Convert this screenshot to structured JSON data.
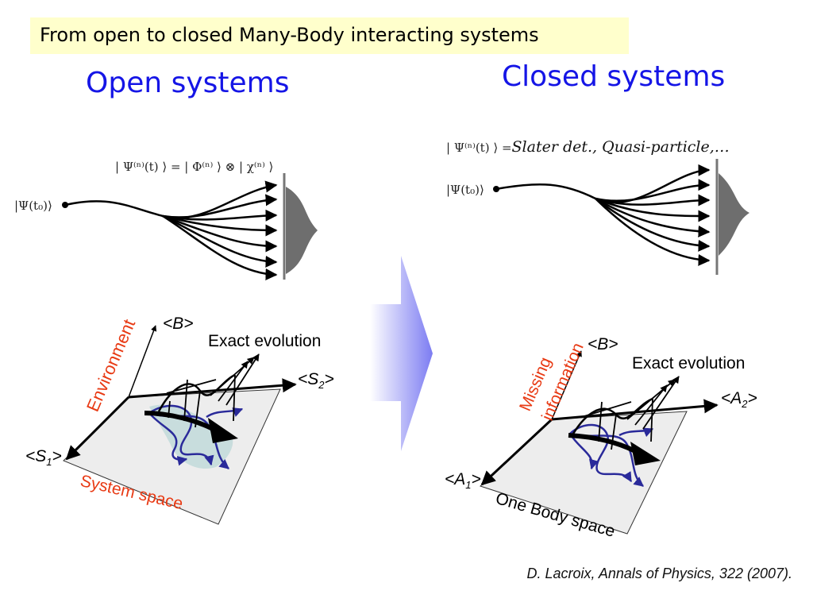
{
  "title": "From open to closed Many-Body interacting systems",
  "left": {
    "heading": "Open systems",
    "initial_state": "|Ψ(t₀)⟩",
    "state_eq": "| Ψ⁽ⁿ⁾(t) ⟩ = | Φ⁽ⁿ⁾ ⟩ ⊗ | χ⁽ⁿ⁾ ⟩",
    "axis_vertical": "Environment",
    "axis_b": "<B>",
    "axis_s1": "<S",
    "axis_s1_sub": "1",
    "axis_s1_end": ">",
    "axis_s2": "<S",
    "axis_s2_sub": "2",
    "axis_s2_end": ">",
    "exact_evolution": "Exact evolution",
    "plane_label": "System space"
  },
  "right": {
    "heading": "Closed systems",
    "initial_state": "|Ψ(t₀)⟩",
    "state_eq_lhs": "| Ψ⁽ⁿ⁾(t) ⟩ =",
    "state_eq_rhs": "Slater det., Quasi-particle,…",
    "axis_vertical_1": "Missing",
    "axis_vertical_2": "information",
    "axis_b": "<B>",
    "axis_a1": "<A",
    "axis_a1_sub": "1",
    "axis_a1_end": ">",
    "axis_a2": "<A",
    "axis_a2_sub": "2",
    "axis_a2_end": ">",
    "exact_evolution": "Exact evolution",
    "plane_label": "One Body space"
  },
  "citation": "D. Lacroix, Annals of Physics, 322 (2007).",
  "colors": {
    "title_bg": "#ffffcc",
    "heading": "#1515e6",
    "red_label": "#e83a14",
    "projection": "#2a2a9a",
    "plane": "#ededed",
    "arrow_gradient_end": "#7c7cf2"
  }
}
